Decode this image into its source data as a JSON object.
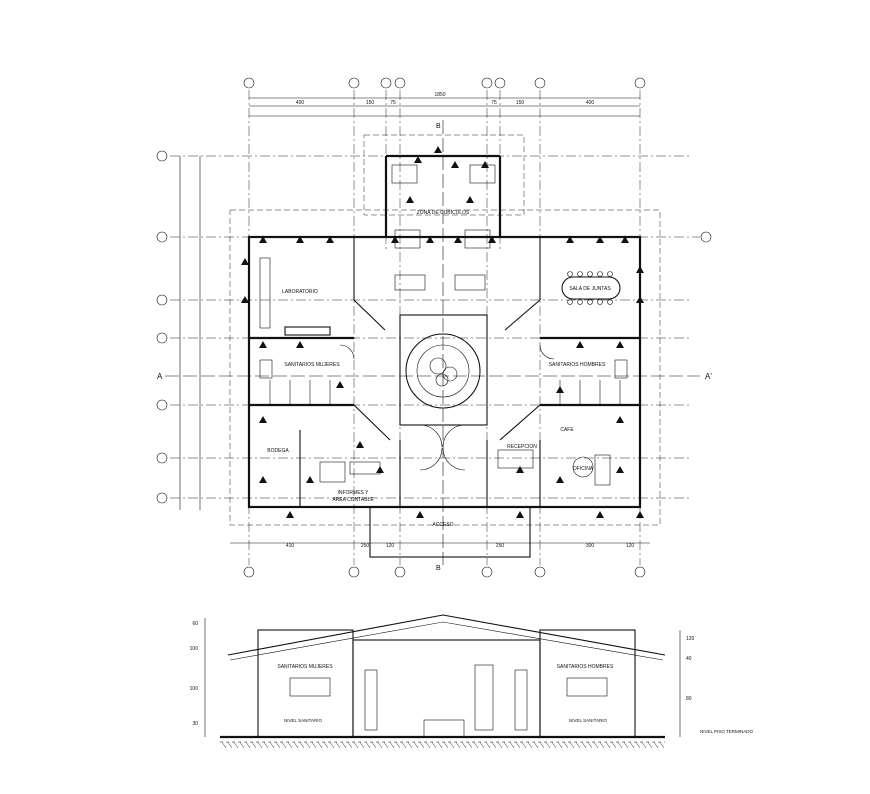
{
  "plan": {
    "rooms": {
      "zona_cubiculos": "ZONA DE CUBICULOS",
      "laboratorio": "LABORATORIO",
      "sala_juntas": "SALA DE JUNTAS",
      "sanitarios_mujeres": "SANITARIOS MUJERES",
      "sanitarios_hombres": "SANITARIOS HOMBRES",
      "bodega": "BODEGA",
      "informes": "INFORMES Y",
      "informes2": "AREA CONTABLE",
      "recepcion": "RECEPCION",
      "oficina": "OFICINA",
      "cafe": "CAFE",
      "acceso": "ACCESO"
    },
    "section_labels": {
      "a_left": "A",
      "a_right": "A'",
      "b_top": "B",
      "b_bottom": "B"
    },
    "top_dims": [
      "400",
      "150",
      "75",
      "75",
      "150",
      "400"
    ],
    "top_total": "1850",
    "bottom_dims": [
      "410",
      "250",
      "120",
      "250",
      "300",
      "120"
    ]
  },
  "section": {
    "nivel_piso": "NIVEL PISO TERMINADO",
    "nivel_left": "NIVEL SANITARIO",
    "nivel_right": "NIVEL SANITARIO",
    "sanitarios_mujeres": "SANITARIOS MUJERES",
    "sanitarios_hombres": "SANITARIOS HOMBRES",
    "left_dims": [
      "60",
      "100",
      "100",
      "30"
    ],
    "right_dims": [
      "120",
      "40",
      "80"
    ]
  }
}
